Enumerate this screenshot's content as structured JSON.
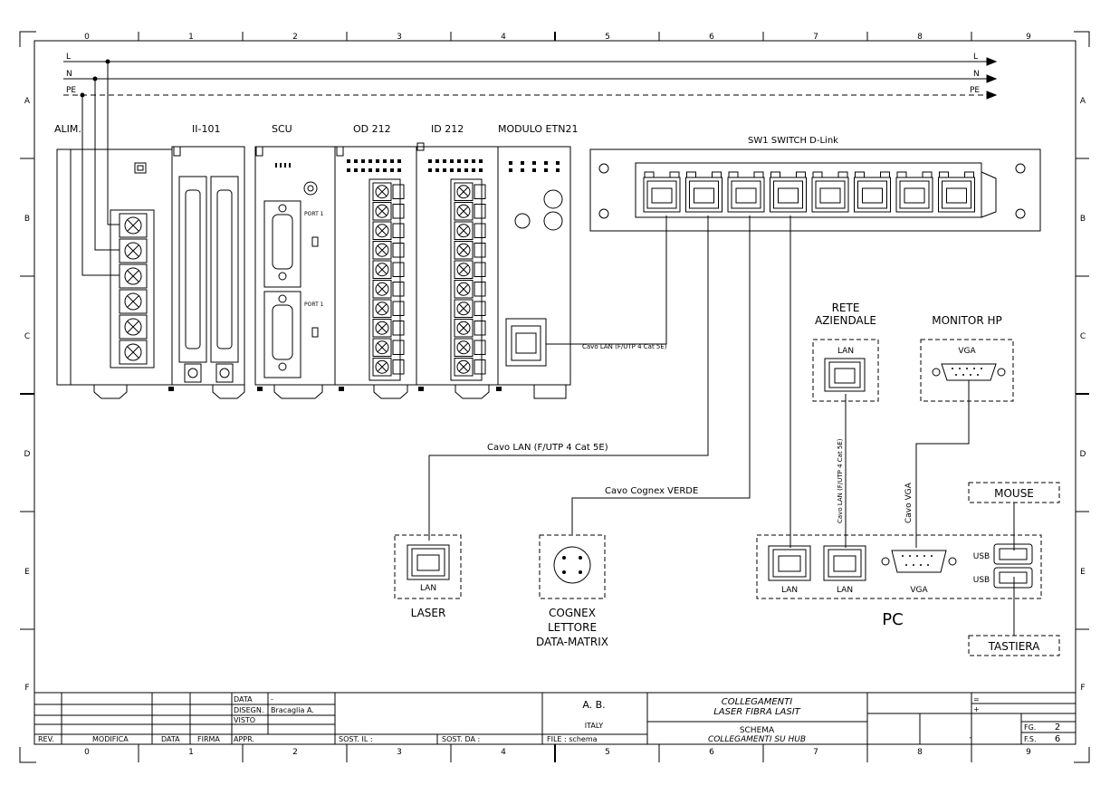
{
  "frame": {
    "columns": [
      "0",
      "1",
      "2",
      "3",
      "4",
      "5",
      "6",
      "7",
      "8",
      "9"
    ],
    "rows": [
      "A",
      "B",
      "C",
      "D",
      "E",
      "F"
    ]
  },
  "bus": {
    "l": "L",
    "n": "N",
    "pe": "PE"
  },
  "plc": {
    "alim": "ALIM.",
    "ii101": "II-101",
    "scu": "SCU",
    "od212": "OD 212",
    "id212": "ID 212",
    "etn21": "MODULO ETN21",
    "port1a": "PORT 1",
    "port1b": "PORT 1"
  },
  "switch": {
    "title": "SW1   SWITCH D-Link"
  },
  "cables": {
    "etn_to_switch": "Cavo LAN (F/UTP 4 Cat 5E)",
    "laser": "Cavo LAN (F/UTP 4 Cat 5E)",
    "cognex": "Cavo Cognex VERDE",
    "rete": "Cavo LAN (F/UTP 4 Cat 5E)",
    "vga": "Cavo VGA"
  },
  "devices": {
    "rete_line1": "RETE",
    "rete_line2": "AZIENDALE",
    "rete_port": "LAN",
    "monitor": "MONITOR HP",
    "monitor_port": "VGA",
    "mouse": "MOUSE",
    "tastiera": "TASTIERA",
    "laser": "LASER",
    "laser_port": "LAN",
    "cognex_l1": "COGNEX",
    "cognex_l2": "LETTORE",
    "cognex_l3": "DATA-MATRIX",
    "pc": "PC",
    "pc_lan1": "LAN",
    "pc_lan2": "LAN",
    "pc_vga": "VGA",
    "usb1": "USB",
    "usb2": "USB"
  },
  "titleblock": {
    "data_lbl": "DATA",
    "data_val": "-",
    "disegn_lbl": "DISEGN.",
    "disegn_val": "Bracaglia A.",
    "visto_lbl": "VISTO",
    "appr_lbl": "APPR.",
    "rev": "REV.",
    "modifica": "MODIFICA",
    "data2": "DATA",
    "firma": "FIRMA",
    "sost_il": "SOST. IL :",
    "sost_da": "SOST. DA :",
    "company": "A. B.",
    "country": "ITALY",
    "file": "FILE : schema",
    "title1": "COLLEGAMENTI",
    "title2": "LASER FIBRA LASIT",
    "schema1": "SCHEMA",
    "schema2": "COLLEGAMENTI SU HUB",
    "eq": "=",
    "plus": "+",
    "dash": "-",
    "fg_lbl": "FG.",
    "fg_val": "2",
    "fs_lbl": "F.S.",
    "fs_val": "6"
  }
}
